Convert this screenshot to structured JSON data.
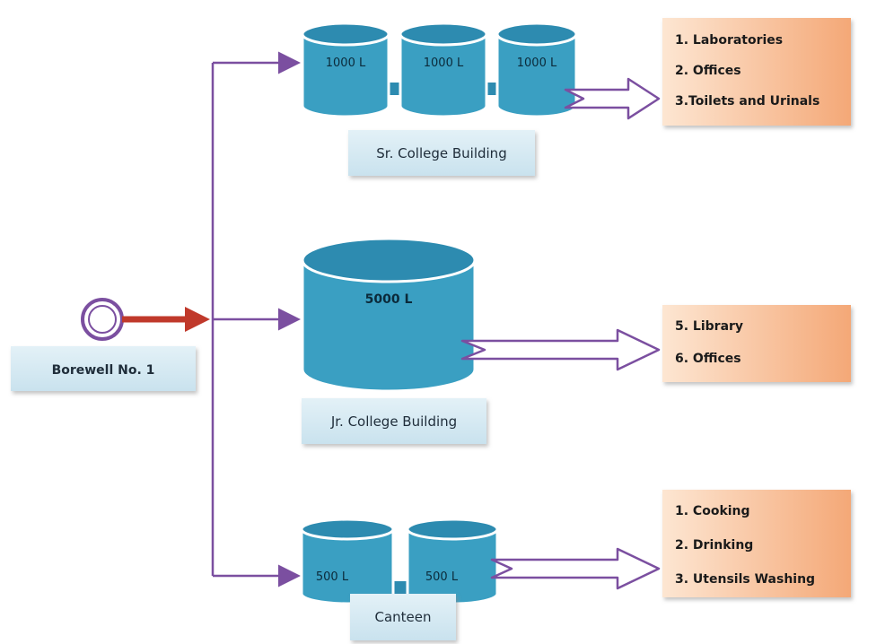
{
  "source": {
    "label": "Borewell No. 1"
  },
  "branches": [
    {
      "building": "Sr. College Building",
      "tanks": [
        "1000 L",
        "1000 L",
        "1000 L"
      ],
      "uses": [
        "1. Laboratories",
        "2. Offices",
        "3.Toilets and  Urinals"
      ]
    },
    {
      "building": "Jr. College Building",
      "tanks": [
        "5000 L"
      ],
      "uses": [
        "5.   Library",
        "6.   Offices"
      ]
    },
    {
      "building": "Canteen",
      "tanks": [
        "500 L",
        "500 L"
      ],
      "uses": [
        "1.   Cooking",
        "2.   Drinking",
        "3.   Utensils Washing"
      ]
    }
  ],
  "colors": {
    "pipe": "#7b4fa0",
    "source_arrow": "#c0392b",
    "tank_fill": "#3a9fc2",
    "tank_top": "#2d8bb0",
    "tank_rim": "#ffffff",
    "building_box": "#d9ecf4",
    "use_box_start": "#fde2cc",
    "use_box_end": "#f3a878"
  }
}
